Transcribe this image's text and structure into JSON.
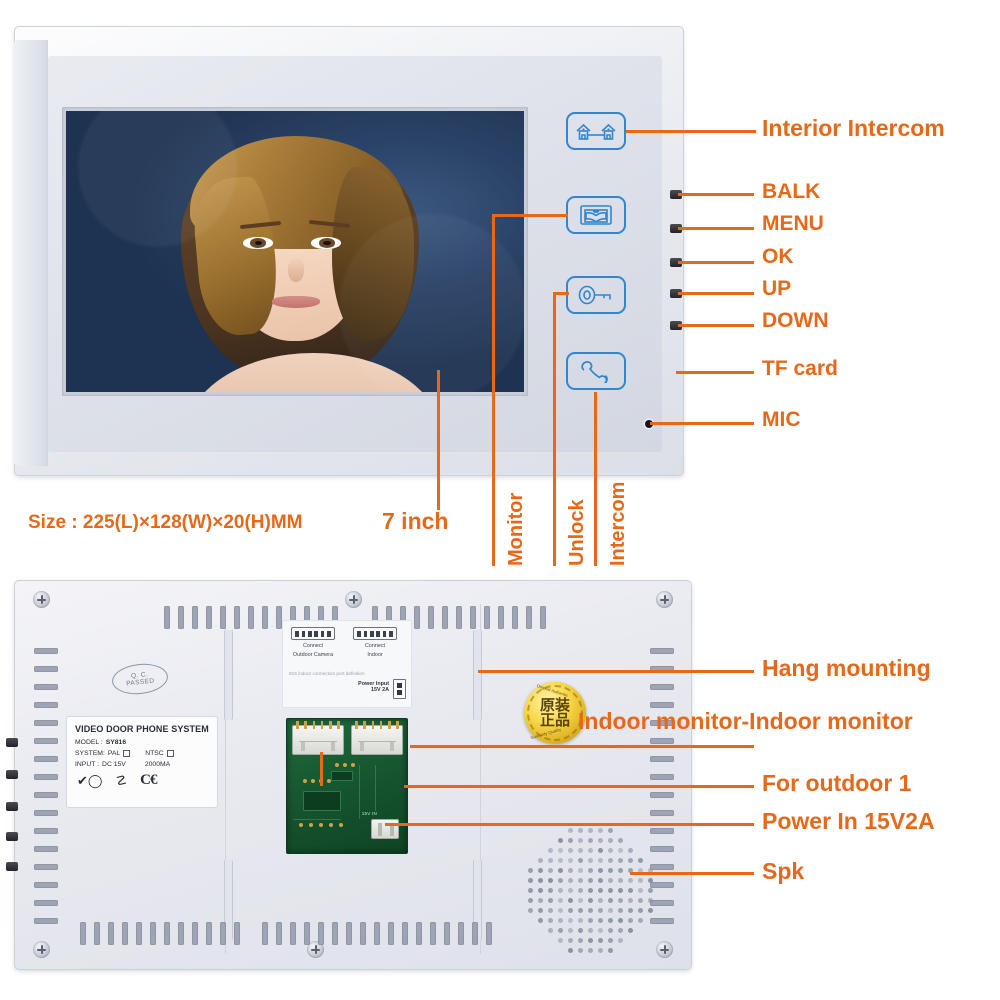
{
  "meta": {
    "accent_orange": "#e8681a",
    "icon_blue": "#2f87cf",
    "screen_blue": "#24395b"
  },
  "front": {
    "size_note": "Size : 225(L)×128(W)×20(H)MM",
    "screen_label": "7 inch",
    "icon_buttons": [
      {
        "name": "interior-intercom",
        "icon": "two-houses-icon",
        "label": "Interior Intercom"
      },
      {
        "name": "monitor",
        "icon": "monitor-screen-icon",
        "label": "Monitor"
      },
      {
        "name": "unlock",
        "icon": "key-icon",
        "label": "Unlock"
      },
      {
        "name": "intercom",
        "icon": "phone-handset-icon",
        "label": "Intercom"
      }
    ],
    "right_labels": [
      "Interior Intercom",
      "BALK",
      "MENU",
      "OK",
      "UP",
      "DOWN",
      "TF card",
      "MIC"
    ],
    "bottom_rotated_labels": [
      "Monitor",
      "Unlock",
      "Intercom"
    ]
  },
  "rear": {
    "spec_plate": {
      "title": "VIDEO DOOR PHONE SYSTEM",
      "model_key": "MODEL :",
      "model_value": "SY816",
      "system_key": "SYSTEM:",
      "system_pal": "PAL",
      "system_ntsc": "NTSC",
      "input_key": "INPUT :",
      "input_voltage": "DC 15V",
      "input_current": "2000MA"
    },
    "qc_stamp": {
      "line1": "Q. C.",
      "line2": "PASSED"
    },
    "connection_diagram": {
      "port1_line1": "Connect",
      "port1_line2": "Outdoor Camera",
      "port2_line1": "Connect",
      "port2_line2": "Indoor",
      "note": "816 indoor connection port definition",
      "power_line1": "Power Input",
      "power_line2": "15V 2A"
    },
    "pcb": {
      "power_in": "15V IN"
    },
    "seal": {
      "cn_line1": "原装",
      "cn_line2": "正品",
      "en_top": "Original Authentic",
      "en_bottom": "Guaranty Quality"
    },
    "right_labels": [
      "Hang mounting",
      "Indoor monitor-Indoor monitor",
      "For outdoor 1",
      "Power In 15V2A",
      "Spk"
    ]
  }
}
